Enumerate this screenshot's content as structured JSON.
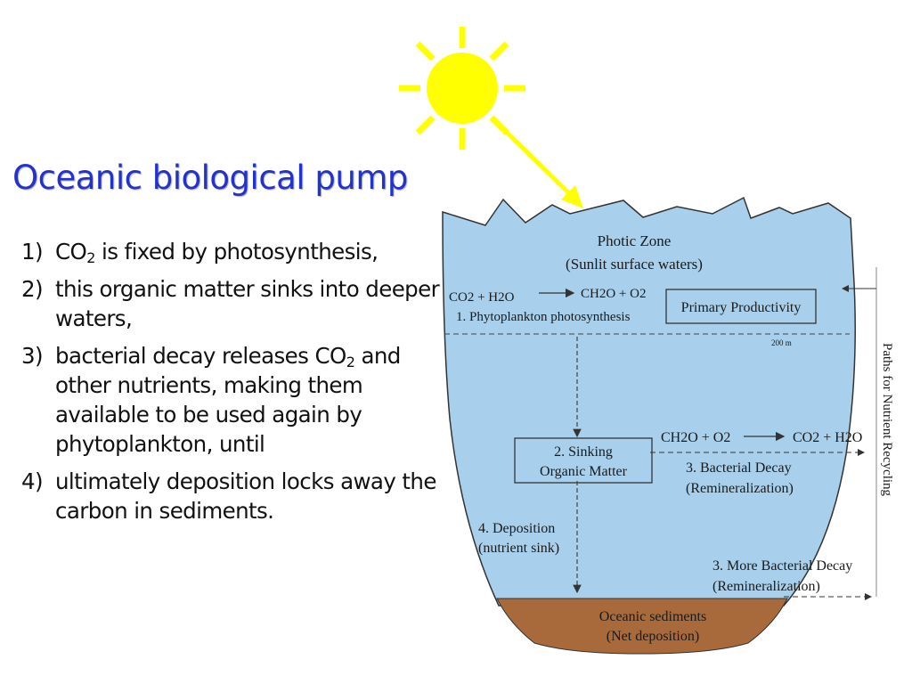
{
  "title": "Oceanic biological pump",
  "points": [
    {
      "num": "1)",
      "pre": "CO",
      "sub": "2",
      "post": " is fixed by photosynthesis,"
    },
    {
      "num": "2)",
      "text": "this organic matter sinks into deeper waters,"
    },
    {
      "num": "3)",
      "pre": "bacterial decay releases CO",
      "sub": "2",
      "post": " and other nutrients, making them available to be used again by phytoplankton, until"
    },
    {
      "num": "4)",
      "text": "ultimately deposition locks away the carbon in sediments."
    }
  ],
  "colors": {
    "title": "#2233cc",
    "water": "#a8d0ec",
    "sediment": "#a86a3a",
    "sun": "#ffff00",
    "arrow": "#ffff00"
  },
  "diagram": {
    "photic_zone": "Photic Zone",
    "photic_zone_sub": "(Sunlit surface waters)",
    "eq1_left": "CO2 + H2O",
    "eq1_right": "CH2O + O2",
    "step1": "1. Phytoplankton photosynthesis",
    "primary_productivity": "Primary Productivity",
    "depth_label": "200 m",
    "sinking_line1": "2. Sinking",
    "sinking_line2": "Organic Matter",
    "eq2_left": "CH2O + O2",
    "eq2_right": "CO2 + H2O",
    "bacterial_decay": "3. Bacterial Decay",
    "remineralization1": "(Remineralization)",
    "deposition": "4. Deposition",
    "nutrient_sink": "(nutrient sink)",
    "more_decay": "3. More Bacterial Decay",
    "remineralization2": "(Remineralization)",
    "sediments": "Oceanic sediments",
    "net_deposition": "(Net deposition)",
    "recycling": "Paths for Nutrient Recycling"
  }
}
